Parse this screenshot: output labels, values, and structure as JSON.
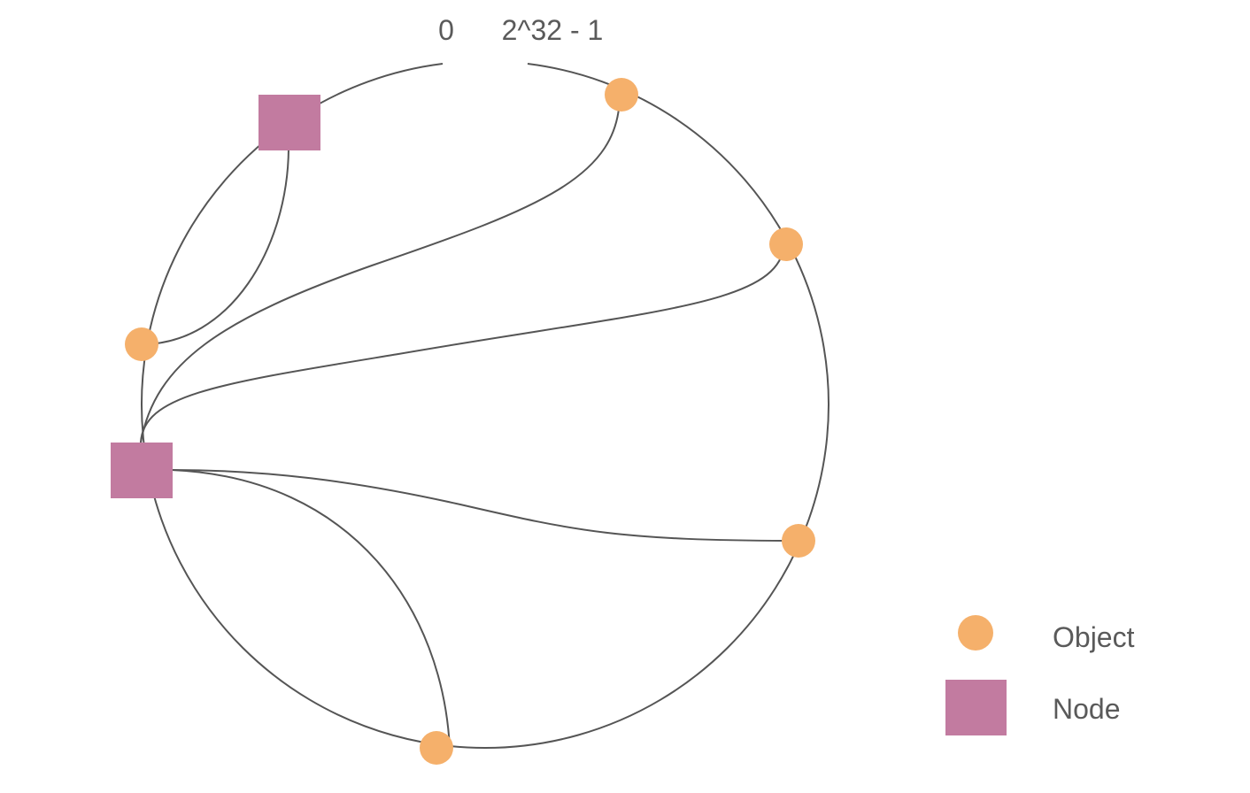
{
  "ring": {
    "start_label": "0",
    "end_label": "2^32 - 1"
  },
  "legend": {
    "object_label": "Object",
    "node_label": "Node"
  },
  "colors": {
    "object": "#F5B06B",
    "node": "#C27BA0",
    "line": "#555555",
    "text": "#5a5a5a"
  }
}
